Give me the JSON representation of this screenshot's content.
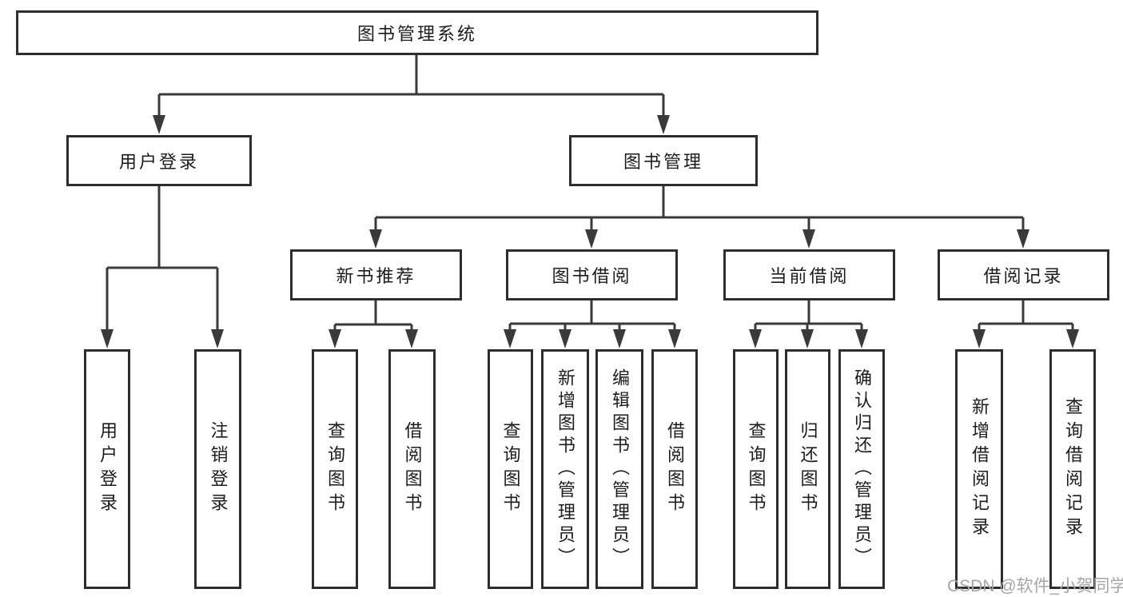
{
  "nodes": {
    "root": {
      "label": "图书管理系统"
    },
    "level2": [
      {
        "id": "user-login",
        "label": "用户登录"
      },
      {
        "id": "book-management",
        "label": "图书管理"
      }
    ],
    "level3": [
      {
        "id": "new-book-recommend",
        "label": "新书推荐",
        "parent": "图书管理"
      },
      {
        "id": "book-borrow",
        "label": "图书借阅",
        "parent": "图书管理"
      },
      {
        "id": "current-borrow",
        "label": "当前借阅",
        "parent": "图书管理"
      },
      {
        "id": "borrow-records",
        "label": "借阅记录",
        "parent": "图书管理"
      }
    ],
    "leaves": [
      {
        "label": "用户登录",
        "parent": "用户登录"
      },
      {
        "label": "注销登录",
        "parent": "用户登录"
      },
      {
        "label": "查询图书",
        "parent": "新书推荐"
      },
      {
        "label": "借阅图书",
        "parent": "新书推荐"
      },
      {
        "label": "查询图书",
        "parent": "图书借阅"
      },
      {
        "label": "新增图书（管理员）",
        "parent": "图书借阅"
      },
      {
        "label": "编辑图书（管理员）",
        "parent": "图书借阅"
      },
      {
        "label": "借阅图书",
        "parent": "图书借阅"
      },
      {
        "label": "查询图书",
        "parent": "当前借阅"
      },
      {
        "label": "归还图书",
        "parent": "当前借阅"
      },
      {
        "label": "确认归还（管理员）",
        "parent": "当前借阅"
      },
      {
        "label": "新增借阅记录",
        "parent": "借阅记录"
      },
      {
        "label": "查询借阅记录",
        "parent": "借阅记录"
      }
    ]
  },
  "watermark": {
    "text": "CSDN @软件_小贺同学"
  },
  "colors": {
    "line": "#3a3a3a",
    "box_border": "#2e2e2e",
    "text": "#1c1c1c",
    "watermark": "#a5a5a5",
    "background": "#ffffff"
  }
}
